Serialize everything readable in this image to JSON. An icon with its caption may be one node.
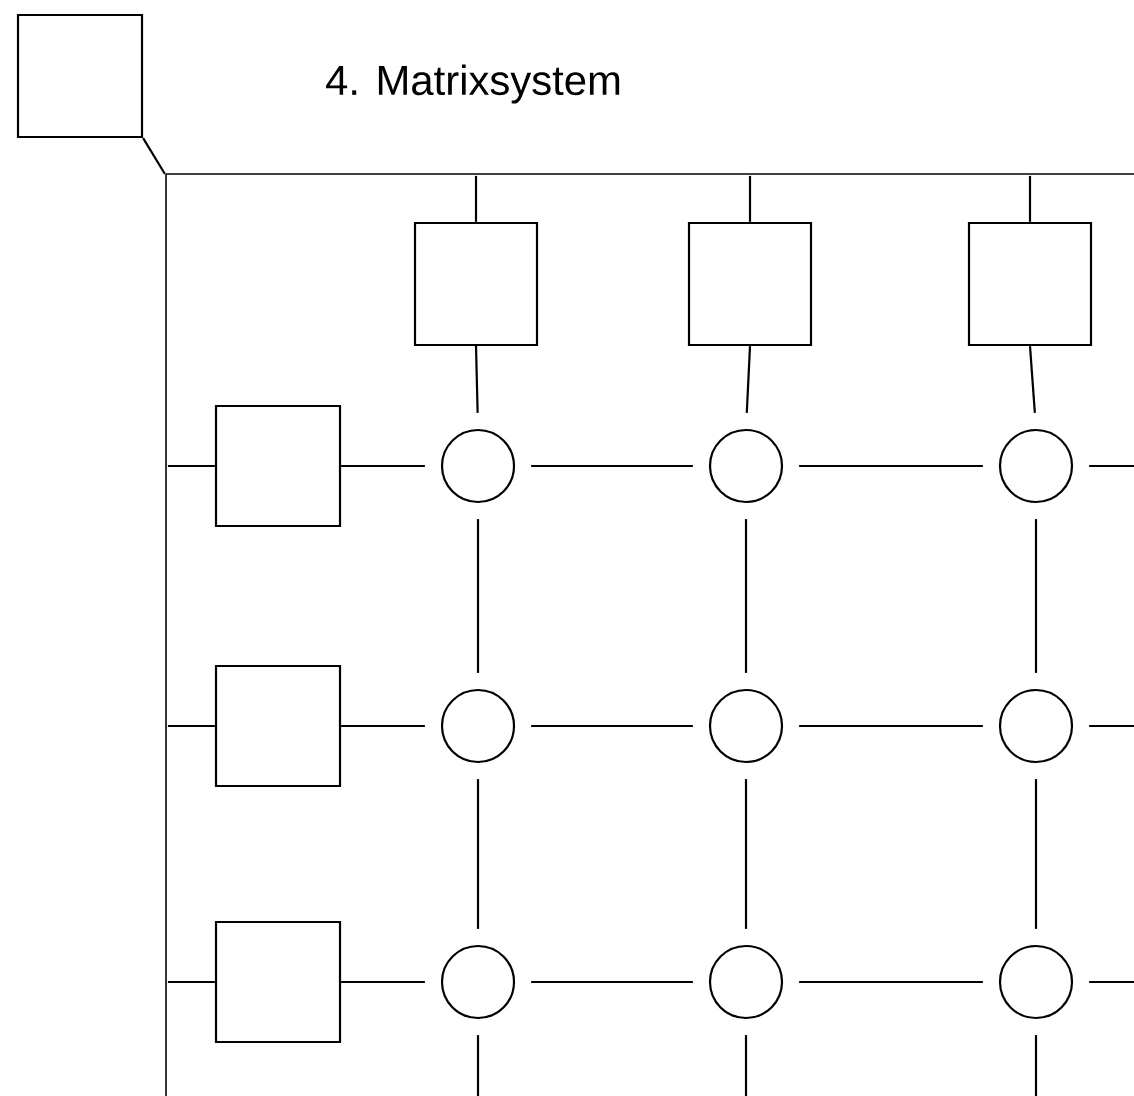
{
  "diagram": {
    "title": "4.  Matrixsystem",
    "nodes": [
      {
        "text": [],
        "shape": "box"
      },
      {
        "text": [],
        "shape": "bar"
      },
      {
        "text": [],
        "shape": "bar"
      },
      {
        "text": [],
        "shape": "box"
      },
      {
        "text": [],
        "shape": "box"
      },
      {
        "text": [],
        "shape": "box"
      },
      {
        "text": [],
        "shape": "box"
      },
      {
        "text": [],
        "shape": "box"
      },
      {
        "text": [],
        "shape": "box"
      },
      {
        "text": [],
        "shape": "circle"
      },
      {
        "text": [],
        "shape": "circle"
      },
      {
        "text": [],
        "shape": "circle"
      },
      {
        "text": [],
        "shape": "circle"
      },
      {
        "text": [],
        "shape": "circle"
      },
      {
        "text": [],
        "shape": "circle"
      },
      {
        "text": [],
        "shape": "circle"
      },
      {
        "text": [],
        "shape": "circle"
      },
      {
        "text": [],
        "shape": "circle"
      }
    ],
    "edges": [
      {
        "from": 0,
        "to": 1,
        "arrow": "none"
      },
      {
        "from": 1,
        "to": 3,
        "arrow": "none"
      },
      {
        "from": 1,
        "to": 4,
        "arrow": "none"
      },
      {
        "from": 1,
        "to": 5,
        "arrow": "none"
      },
      {
        "from": 2,
        "to": 6,
        "arrow": "none"
      },
      {
        "from": 2,
        "to": 7,
        "arrow": "none"
      },
      {
        "from": 2,
        "to": 8,
        "arrow": "none"
      },
      {
        "from": 3,
        "to": 9,
        "arrow": "none"
      },
      {
        "from": 4,
        "to": 10,
        "arrow": "none"
      },
      {
        "from": 5,
        "to": 11,
        "arrow": "none"
      },
      {
        "from": 6,
        "to": 9,
        "arrow": "none"
      },
      {
        "from": 7,
        "to": 12,
        "arrow": "none"
      },
      {
        "from": 8,
        "to": 15,
        "arrow": "none"
      },
      {
        "from": 9,
        "to": 10,
        "arrow": "none"
      },
      {
        "from": 10,
        "to": 11,
        "arrow": "none"
      },
      {
        "from": 11,
        "to": null,
        "arrow": "none"
      },
      {
        "from": 12,
        "to": 13,
        "arrow": "none"
      },
      {
        "from": 13,
        "to": 14,
        "arrow": "none"
      },
      {
        "from": 14,
        "to": null,
        "arrow": "none"
      },
      {
        "from": 15,
        "to": 16,
        "arrow": "none"
      },
      {
        "from": 16,
        "to": 17,
        "arrow": "none"
      },
      {
        "from": 17,
        "to": null,
        "arrow": "none"
      },
      {
        "from": 9,
        "to": 12,
        "arrow": "none"
      },
      {
        "from": 10,
        "to": 13,
        "arrow": "none"
      },
      {
        "from": 11,
        "to": 14,
        "arrow": "none"
      },
      {
        "from": 12,
        "to": 15,
        "arrow": "none"
      },
      {
        "from": 13,
        "to": 16,
        "arrow": "none"
      },
      {
        "from": 14,
        "to": 17,
        "arrow": "none"
      },
      {
        "from": 15,
        "to": null,
        "arrow": "none"
      },
      {
        "from": 16,
        "to": null,
        "arrow": "none"
      },
      {
        "from": 17,
        "to": null,
        "arrow": "none"
      }
    ]
  }
}
